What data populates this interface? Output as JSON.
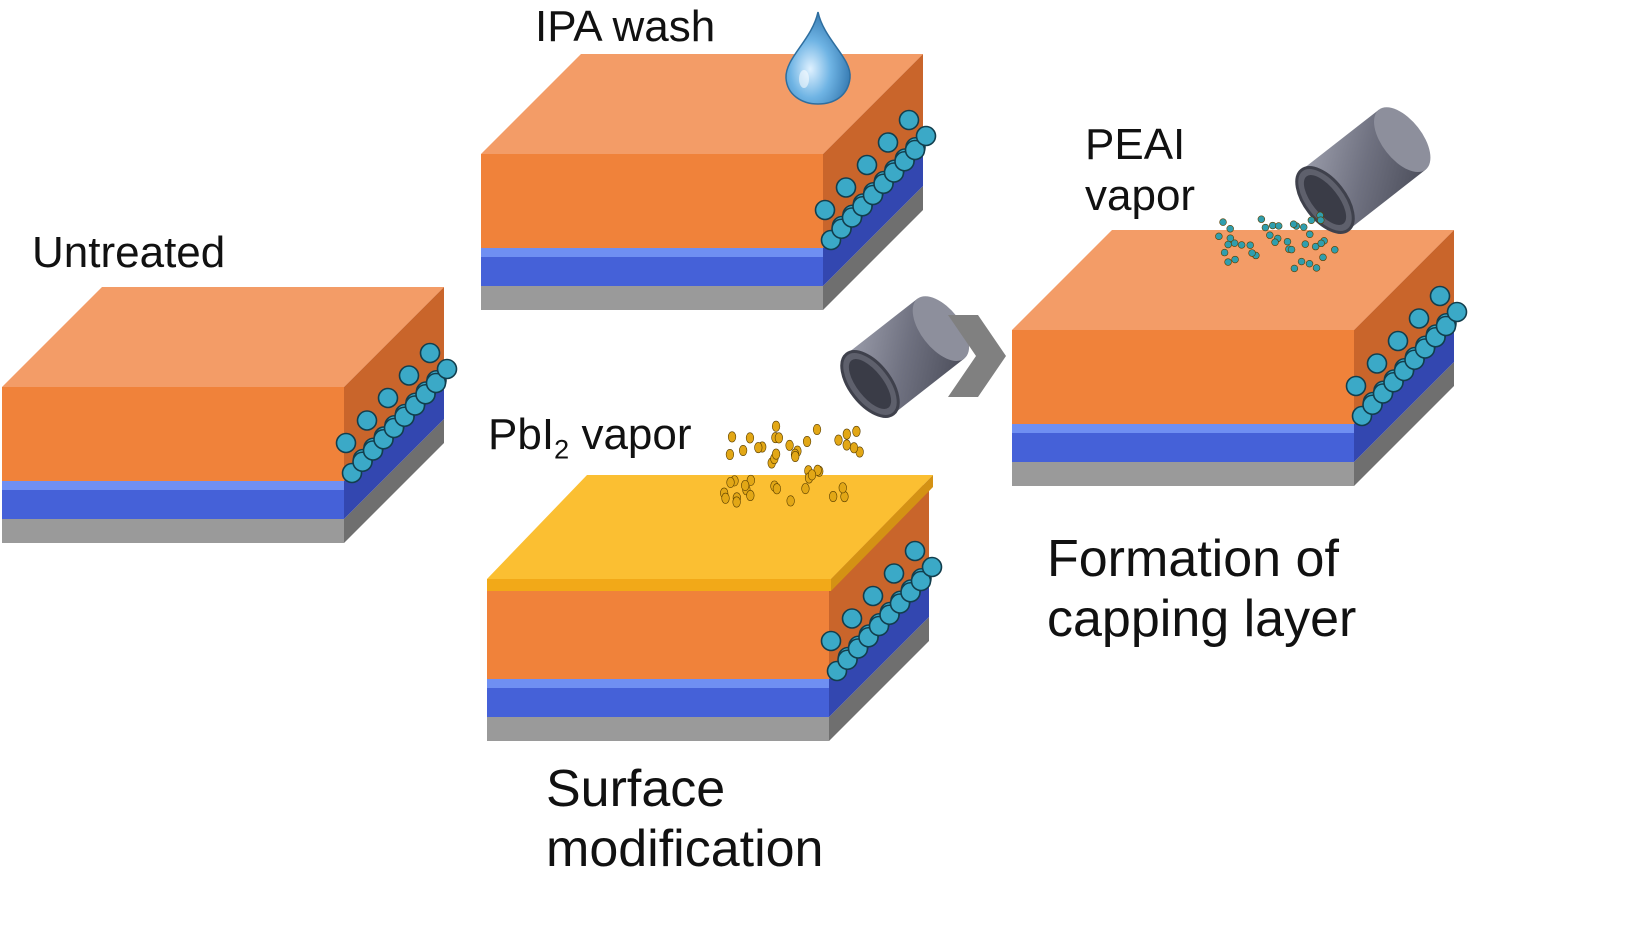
{
  "labels": {
    "untreated": "Untreated",
    "ipa_wash": "IPA wash",
    "pbi2_prefix": "PbI",
    "pbi2_subscript": "2",
    "pbi2_suffix": " vapor",
    "surface_line1": "Surface",
    "surface_line2": "modification",
    "peai_line1": "PEAI",
    "peai_line2": "vapor",
    "capping_line1": "Formation of",
    "capping_line2": "capping layer"
  },
  "colors": {
    "perovskite_top": "#F39C67",
    "perovskite_front": "#F0823A",
    "perovskite_side": "#C9652B",
    "etl_top": "#6F8FF2",
    "etl_front": "#4561D8",
    "etl_side": "#3347B0",
    "substrate_front": "#9A9A9A",
    "substrate_side": "#6F6F6F",
    "pbi2_top": "#FBBF32",
    "pbi2_front": "#F2A918",
    "grain": "#3BA9C7",
    "pbi2_particle": "#E2A716",
    "peai_particle": "#2F9EAE",
    "nozzle": "#6F7180",
    "arrow": "#808080",
    "drop": "#5FA6D8"
  },
  "icons": [
    "water-drop-icon",
    "vapor-nozzle-icon",
    "chevron-right-icon"
  ]
}
